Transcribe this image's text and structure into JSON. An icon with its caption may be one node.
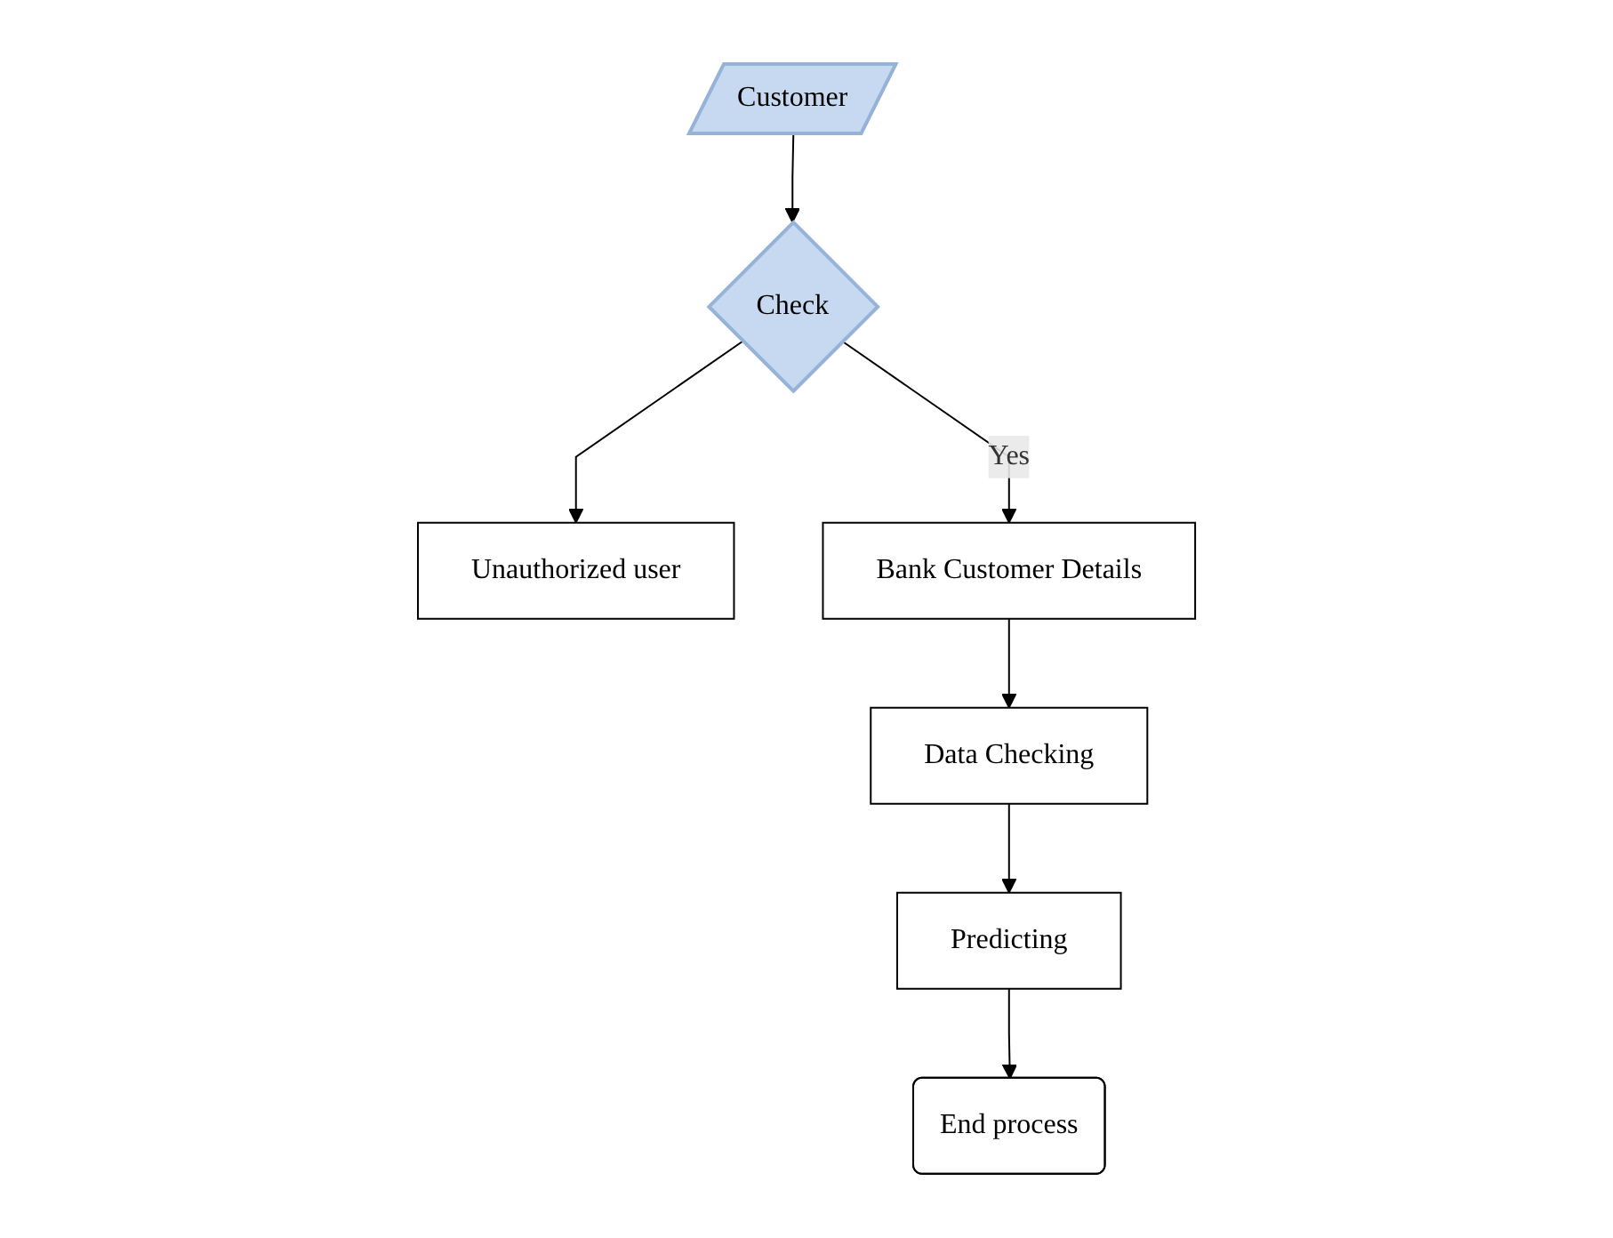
{
  "diagram": {
    "nodes": [
      {
        "text": [
          "Customer"
        ]
      },
      {
        "text": [
          "Check"
        ]
      },
      {
        "text": [
          "Unauthorized user"
        ]
      },
      {
        "text": [
          "Bank Customer Details"
        ]
      },
      {
        "text": [
          "Data Checking"
        ]
      },
      {
        "text": [
          "Predicting"
        ]
      },
      {
        "text": [
          "End process"
        ]
      }
    ],
    "edges": [
      {
        "from": 0,
        "to": 1,
        "arrow": "to"
      },
      {
        "from": 1,
        "to": 2,
        "arrow": "to"
      },
      {
        "from": 1,
        "to": 3,
        "arrow": "to",
        "label": "Yes"
      },
      {
        "from": 3,
        "to": 4,
        "arrow": "to"
      },
      {
        "from": 4,
        "to": 5,
        "arrow": "to"
      },
      {
        "from": 5,
        "to": 6,
        "arrow": "to"
      }
    ]
  }
}
